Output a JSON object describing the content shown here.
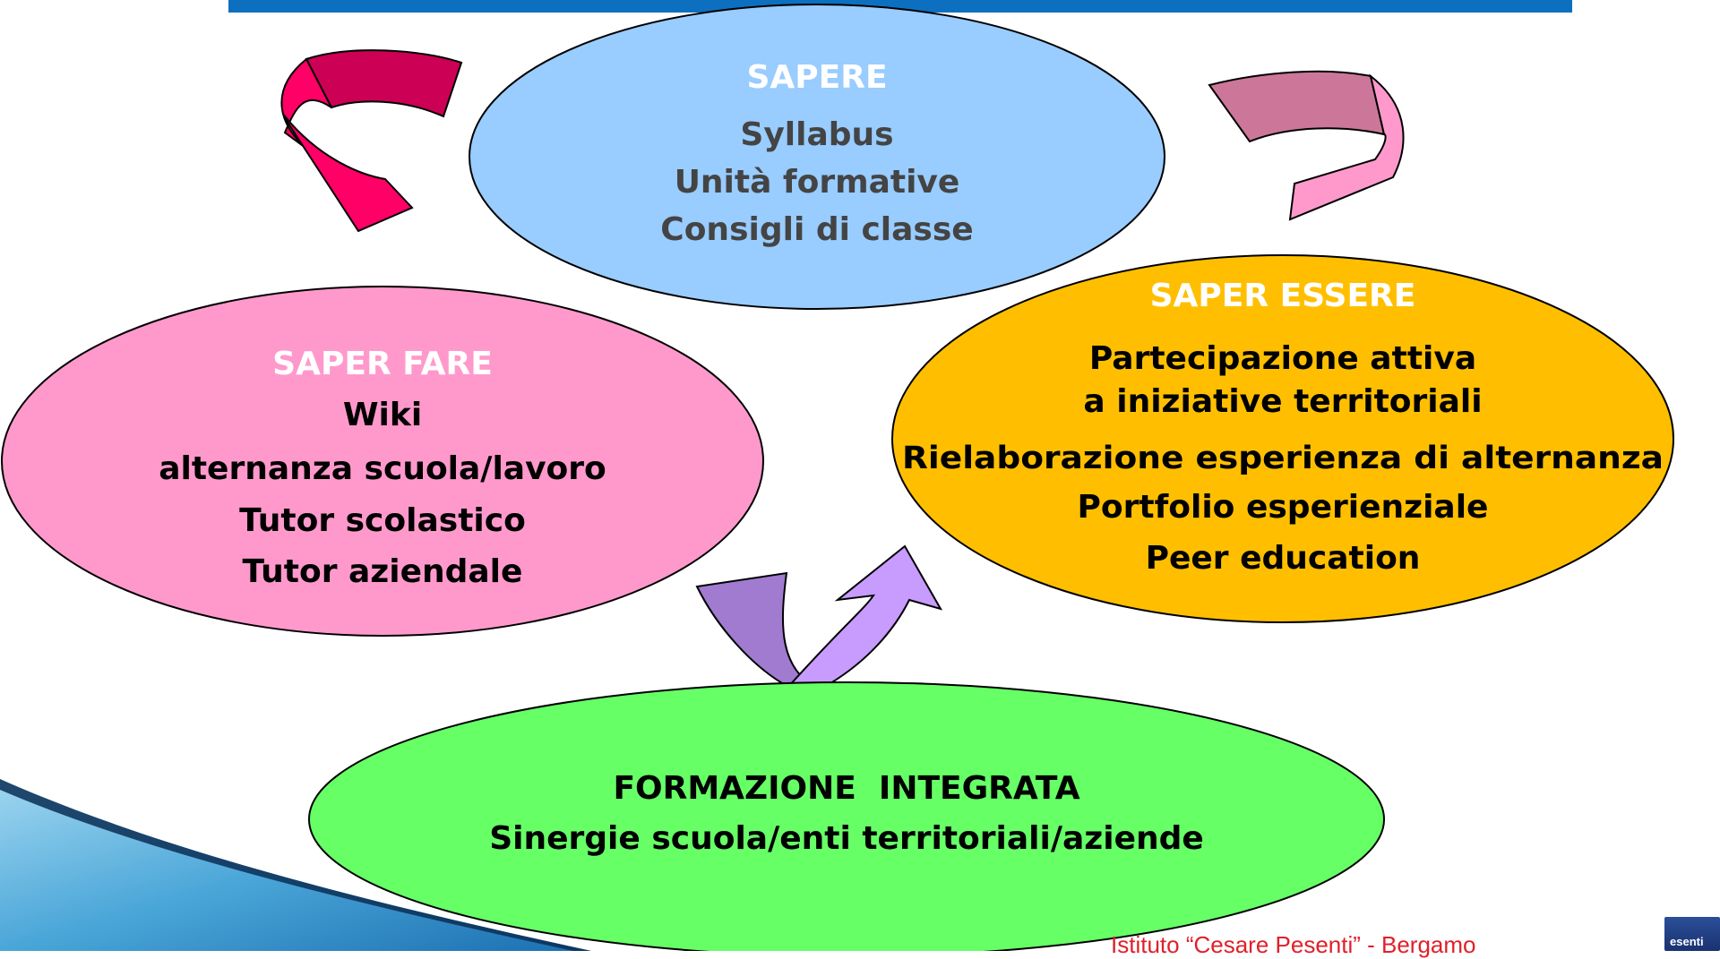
{
  "sapere": {
    "title": "SAPERE",
    "lines": [
      "Syllabus",
      "Unità formative",
      "Consigli di classe"
    ]
  },
  "saper_fare": {
    "title": "SAPER FARE",
    "lines": [
      "Wiki",
      "alternanza scuola/lavoro",
      "Tutor scolastico",
      "Tutor aziendale"
    ]
  },
  "saper_essere": {
    "title": "SAPER ESSERE",
    "lines": [
      "Partecipazione attiva",
      "a iniziative territoriali",
      "Rielaborazione esperienza di alternanza",
      "Portfolio esperienziale",
      "Peer education"
    ]
  },
  "formazione": {
    "title": "FORMAZIONE  INTEGRATA",
    "lines": [
      "Sinergie scuola/enti territoriali/aziende"
    ]
  },
  "footer": {
    "text": "Istituto “Cesare Pesenti” - Bergamo",
    "logo_text": "esenti"
  },
  "colors": {
    "header_bar": "#0d6fbf",
    "sapere_fill": "#99ccff",
    "saper_fare_fill": "#ff99cc",
    "saper_essere_fill": "#ffbf00",
    "formazione_fill": "#66ff66",
    "title_white": "#ffffff",
    "text_gray": "#444444",
    "text_black": "#000000"
  }
}
